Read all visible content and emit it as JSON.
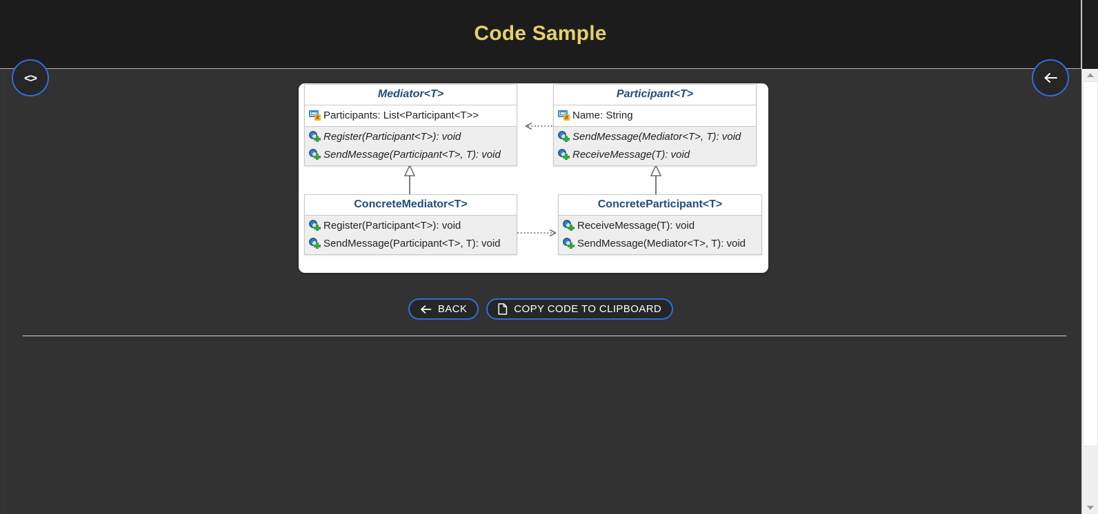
{
  "header": {
    "title": "Code Sample",
    "title_color": "#e3d16b",
    "background": "#1c1c1c"
  },
  "fabs": [
    {
      "name": "code-toggle",
      "icon": "code-icon",
      "glyph": "<>"
    },
    {
      "name": "back-nav",
      "icon": "arrow-left-icon",
      "glyph": "←"
    }
  ],
  "diagram": {
    "type": "uml-class-diagram",
    "accent_title_color": "#1f4e79",
    "classes": [
      {
        "id": "mediator",
        "name": "Mediator<T>",
        "abstract": true,
        "fields": [
          {
            "icon": "property-icon",
            "text": "Participants: List<Participant<T>>"
          }
        ],
        "methods": [
          {
            "icon": "method-icon",
            "text": "Register(Participant<T>): void",
            "abstract": true
          },
          {
            "icon": "method-icon",
            "text": "SendMessage(Participant<T>, T): void",
            "abstract": true
          }
        ]
      },
      {
        "id": "participant",
        "name": "Participant<T>",
        "abstract": true,
        "fields": [
          {
            "icon": "property-icon",
            "text": "Name: String"
          }
        ],
        "methods": [
          {
            "icon": "method-icon",
            "text": "SendMessage(Mediator<T>, T): void",
            "abstract": true
          },
          {
            "icon": "method-icon",
            "text": "ReceiveMessage(T): void",
            "abstract": true
          }
        ]
      },
      {
        "id": "concrete-mediator",
        "name": "ConcreteMediator<T>",
        "abstract": false,
        "fields": [],
        "methods": [
          {
            "icon": "method-icon",
            "text": "Register(Participant<T>): void",
            "abstract": false
          },
          {
            "icon": "method-icon",
            "text": "SendMessage(Participant<T>, T): void",
            "abstract": false
          }
        ]
      },
      {
        "id": "concrete-participant",
        "name": "ConcreteParticipant<T>",
        "abstract": false,
        "fields": [],
        "methods": [
          {
            "icon": "method-icon",
            "text": "ReceiveMessage(T): void",
            "abstract": false
          },
          {
            "icon": "method-icon",
            "text": "SendMessage(Mediator<T>, T): void",
            "abstract": false
          }
        ]
      }
    ],
    "relations": [
      {
        "from": "participant",
        "to": "mediator",
        "kind": "dependency-dashed-arrow",
        "direction": "left"
      },
      {
        "from": "concrete-mediator",
        "to": "mediator",
        "kind": "generalization-hollow-triangle",
        "direction": "up"
      },
      {
        "from": "concrete-participant",
        "to": "participant",
        "kind": "generalization-hollow-triangle",
        "direction": "up"
      },
      {
        "from": "concrete-mediator",
        "to": "concrete-participant",
        "kind": "dependency-dashed-arrow",
        "direction": "right"
      }
    ]
  },
  "actions": {
    "back_label": "BACK",
    "back_icon": "arrow-left-icon",
    "copy_label": "COPY CODE TO CLIPBOARD",
    "copy_icon": "file-copy-icon",
    "border_color": "#2f6fdb"
  }
}
